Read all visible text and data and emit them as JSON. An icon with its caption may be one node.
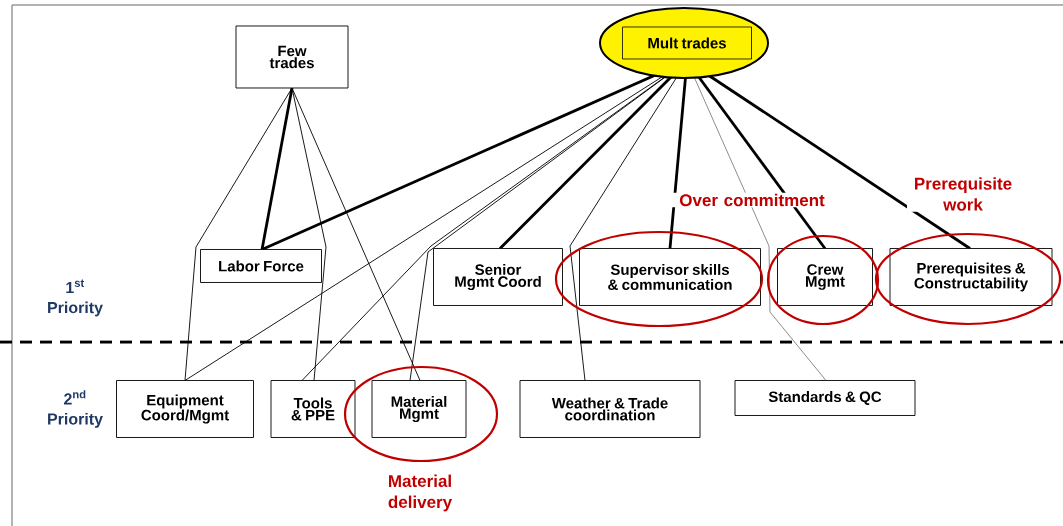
{
  "diagram": {
    "nodes": [
      {
        "text": [
          "Few trades"
        ]
      },
      {
        "text": [
          "Mult trades"
        ]
      },
      {
        "text": [
          "Labor Force"
        ]
      },
      {
        "text": [
          "Senior Mgmt Coord"
        ]
      },
      {
        "text": [
          "Supervisor skills & communication"
        ]
      },
      {
        "text": [
          "Crew Mgmt"
        ]
      },
      {
        "text": [
          "Prerequisites & Constructability"
        ]
      },
      {
        "text": [
          "Equipment Coord/Mgmt"
        ]
      },
      {
        "text": [
          "Tools & PPE"
        ]
      },
      {
        "text": [
          "Material Mgmt"
        ]
      },
      {
        "text": [
          "Weather & Trade coordination"
        ]
      },
      {
        "text": [
          "Standards & QC"
        ]
      }
    ],
    "edges": [
      {
        "from": 0,
        "to": 2,
        "arrow": "none",
        "style": "thick"
      },
      {
        "from": 0,
        "to": 7,
        "arrow": "none"
      },
      {
        "from": 0,
        "to": 8,
        "arrow": "none"
      },
      {
        "from": 0,
        "to": 9,
        "arrow": "none"
      },
      {
        "from": 1,
        "to": 2,
        "arrow": "none",
        "style": "thick"
      },
      {
        "from": 1,
        "to": 7,
        "arrow": "none"
      },
      {
        "from": 1,
        "to": 8,
        "arrow": "none"
      },
      {
        "from": 1,
        "to": 3,
        "arrow": "none",
        "style": "thick"
      },
      {
        "from": 1,
        "to": 9,
        "arrow": "none"
      },
      {
        "from": 1,
        "to": 10,
        "arrow": "none"
      },
      {
        "from": 1,
        "to": 4,
        "arrow": "none",
        "style": "thick"
      },
      {
        "from": 1,
        "to": 11,
        "arrow": "none"
      },
      {
        "from": 1,
        "to": 5,
        "arrow": "none",
        "style": "thick"
      },
      {
        "from": 1,
        "to": 6,
        "arrow": "none",
        "style": "thick"
      }
    ],
    "labels": [
      "Prerequisite work",
      "Over commitment",
      "1$^{st}$ Priority",
      "2$^{nd}$ Priority",
      "Material delivery"
    ]
  }
}
